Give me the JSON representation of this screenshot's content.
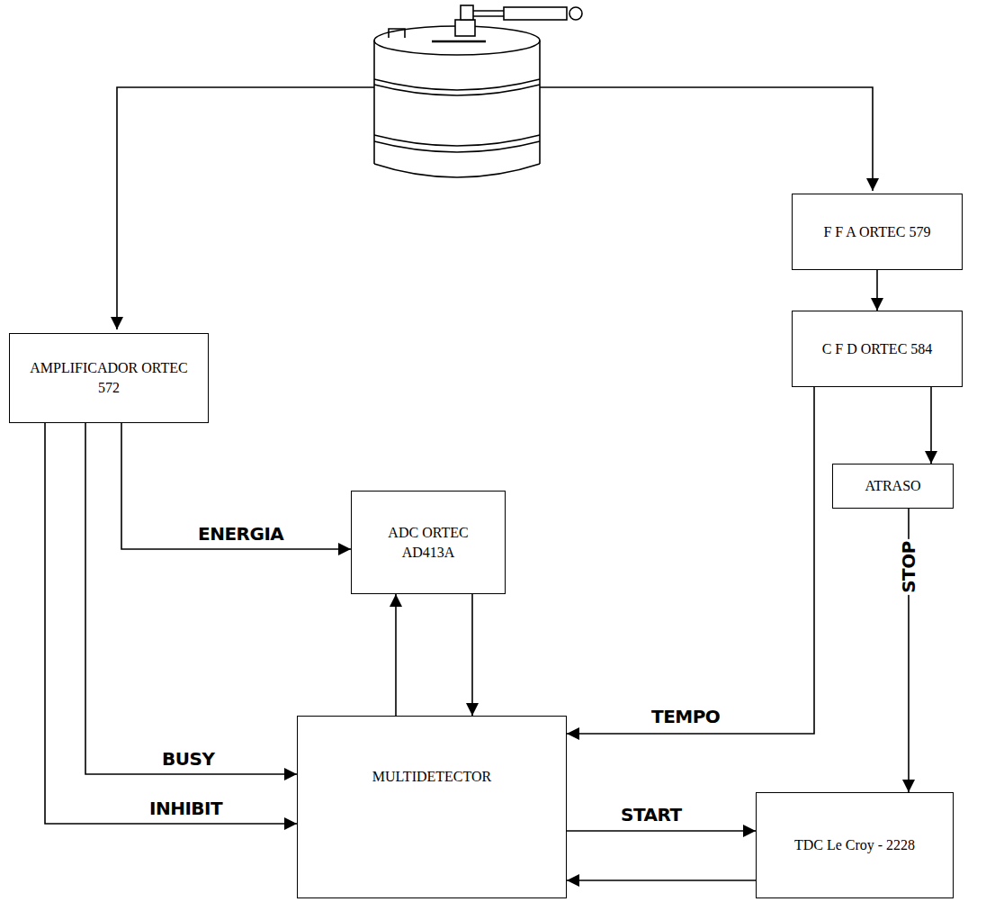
{
  "diagram": {
    "nodes": [
      {
        "text": [
          "AMPLIFICADOR ORTEC 572"
        ]
      },
      {
        "text": [
          "F F A ORTEC 579"
        ]
      },
      {
        "text": [
          "ADC ORTEC AD413A"
        ]
      },
      {
        "text": [
          "C F D ORTEC 584"
        ]
      },
      {
        "text": [
          "ATRASO"
        ]
      },
      {
        "text": [
          "MULTIDETECTOR"
        ]
      },
      {
        "text": [
          "TDC Le Croy - 2228"
        ]
      }
    ],
    "edges": [
      {
        "from": 0,
        "to": 2,
        "label": "ENERGIA",
        "arrow": "to"
      },
      {
        "from": 1,
        "to": 3,
        "arrow": "to"
      },
      {
        "from": 3,
        "to": 4,
        "arrow": "to"
      },
      {
        "from": 0,
        "to": 5,
        "label": "BUSY",
        "arrow": "to"
      },
      {
        "from": 0,
        "to": 5,
        "label": "INHIBIT",
        "arrow": "to"
      },
      {
        "from": 5,
        "to": 2,
        "arrow": "to"
      },
      {
        "from": 2,
        "to": 5,
        "arrow": "to"
      },
      {
        "from": 3,
        "to": 5,
        "label": "TEMPO",
        "arrow": "to"
      },
      {
        "from": 4,
        "to": 6,
        "label": "STOP",
        "arrow": "to"
      },
      {
        "from": 5,
        "to": 6,
        "label": "START",
        "arrow": "to"
      },
      {
        "from": 6,
        "to": 5,
        "arrow": "to"
      }
    ]
  }
}
